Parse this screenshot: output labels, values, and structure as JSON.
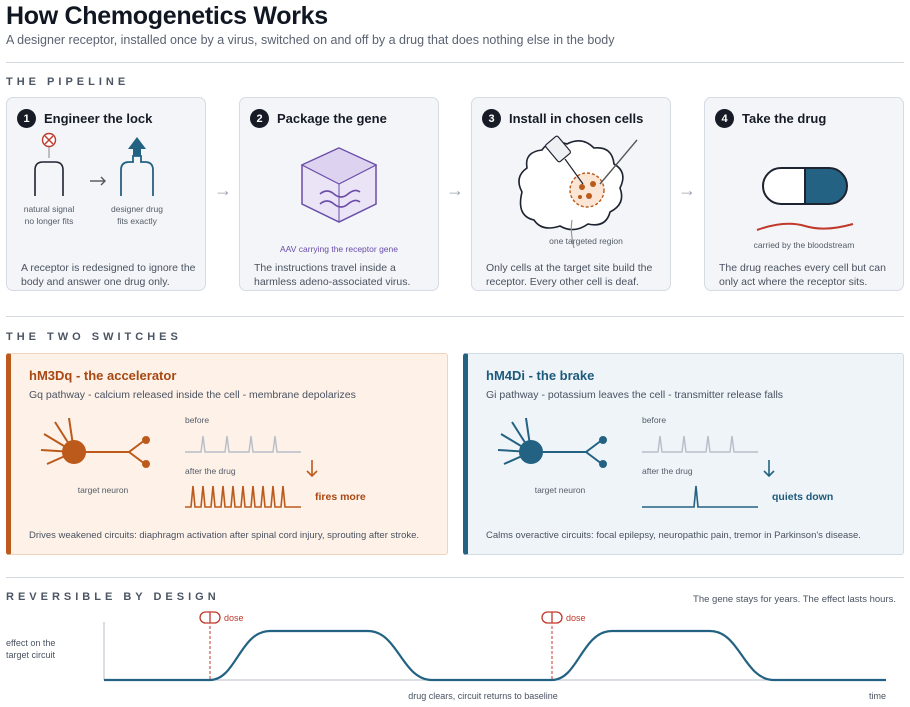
{
  "header": {
    "title": "How Chemogenetics Works",
    "subtitle": "A designer receptor, installed once by a virus, switched on and off by a drug that does nothing else in the body"
  },
  "pipeline": {
    "label": "THE PIPELINE",
    "cards": [
      {
        "num": "1",
        "title": "Engineer the lock",
        "caption_left_1": "natural signal",
        "caption_left_2": "no longer fits",
        "caption_right_1": "designer drug",
        "caption_right_2": "fits exactly",
        "desc": "A receptor is redesigned to ignore the body and answer one drug only."
      },
      {
        "num": "2",
        "title": "Package the gene",
        "caption": "AAV carrying the receptor gene",
        "desc": "The instructions travel inside a harmless adeno-associated virus."
      },
      {
        "num": "3",
        "title": "Install in chosen cells",
        "caption": "one targeted region",
        "desc": "Only cells at the target site build the receptor. Every other cell is deaf."
      },
      {
        "num": "4",
        "title": "Take the drug",
        "caption": "carried by the bloodstream",
        "desc": "The drug reaches every cell but can only act where the receptor sits."
      }
    ]
  },
  "switches": {
    "label": "THE TWO SWITCHES",
    "accelerator": {
      "title": "hM3Dq  -  the accelerator",
      "subtitle": "Gq pathway  -  calcium released inside the cell  -  membrane depolarizes",
      "neuron_label": "target neuron",
      "before_label": "before",
      "after_label": "after the drug",
      "result": "fires more",
      "footer": "Drives weakened circuits: diaphragm activation after spinal cord injury, sprouting after stroke.",
      "color": "#bb5a1b"
    },
    "brake": {
      "title": "hM4Di  -  the brake",
      "subtitle": "Gi pathway  -  potassium leaves the cell  -  transmitter release falls",
      "neuron_label": "target neuron",
      "before_label": "before",
      "after_label": "after the drug",
      "result": "quiets down",
      "footer": "Calms overactive circuits: focal epilepsy, neuropathic pain, tremor in Parkinson's disease.",
      "color": "#236283"
    }
  },
  "reversible": {
    "label": "REVERSIBLE BY DESIGN",
    "note": "The gene stays for years. The effect lasts hours.",
    "ylabel_1": "effect on the",
    "ylabel_2": "target circuit",
    "dose_label": "dose",
    "baseline_label": "drug clears, circuit returns to baseline",
    "xlabel": "time"
  },
  "colors": {
    "accent_orange": "#bb5a1b",
    "accent_blue": "#236283",
    "accent_purple": "#6a4da8",
    "dose_red": "#c0392b"
  }
}
